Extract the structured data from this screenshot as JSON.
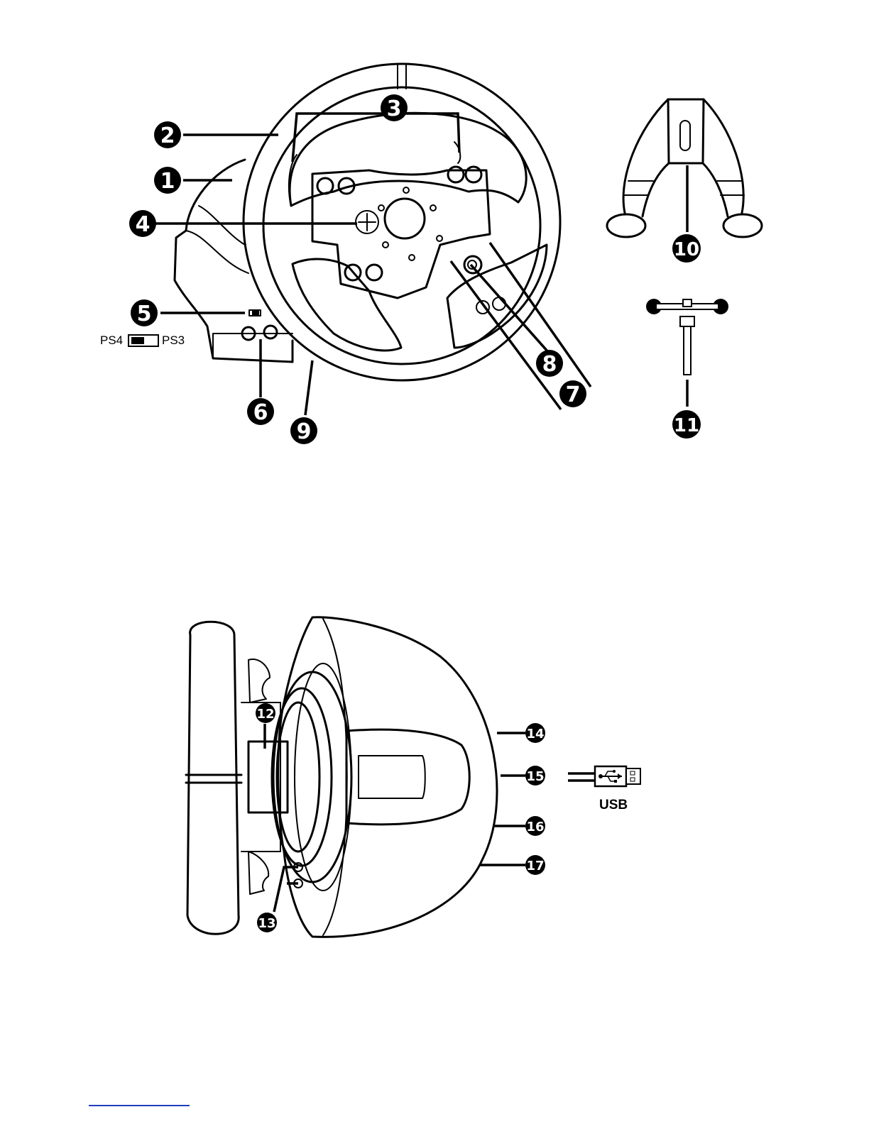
{
  "front_view": {
    "callouts": [
      "1",
      "2",
      "3",
      "4",
      "5",
      "6",
      "7",
      "8",
      "9",
      "10",
      "11"
    ],
    "mode_switch": {
      "left_label": "PS4",
      "right_label": "PS3"
    }
  },
  "side_view": {
    "callouts": [
      "12",
      "13",
      "14",
      "15",
      "16",
      "17"
    ],
    "usb_label": "USB"
  },
  "icons": {
    "usb": "usb-icon",
    "mode_switch": "toggle-switch-icon"
  }
}
